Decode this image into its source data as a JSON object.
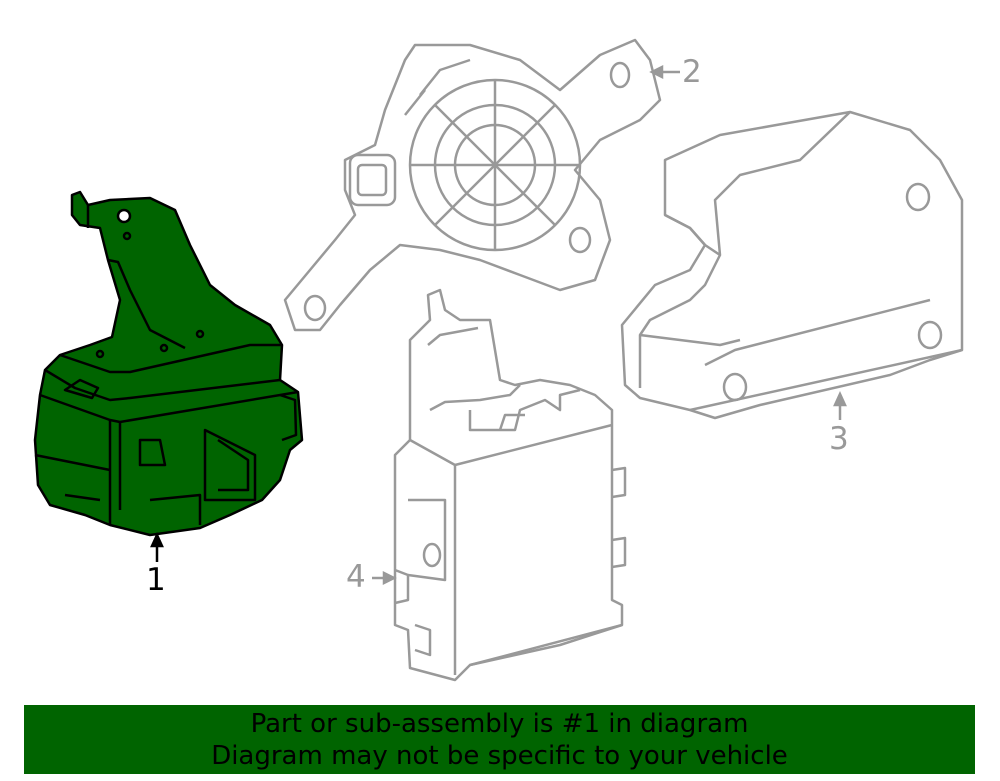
{
  "diagram": {
    "highlighted_part": "1",
    "callouts": [
      {
        "number": "1",
        "highlighted": true
      },
      {
        "number": "2",
        "highlighted": false
      },
      {
        "number": "3",
        "highlighted": false
      },
      {
        "number": "4",
        "highlighted": false
      }
    ]
  },
  "banner": {
    "line1": "Part or sub-assembly is #1 in diagram",
    "line2": "Diagram may not be specific to your vehicle"
  },
  "colors": {
    "highlight_fill": "#006400",
    "outline_gray": "#999999",
    "banner_bg": "#006400",
    "banner_text": "#000000",
    "line_black": "#000000"
  }
}
